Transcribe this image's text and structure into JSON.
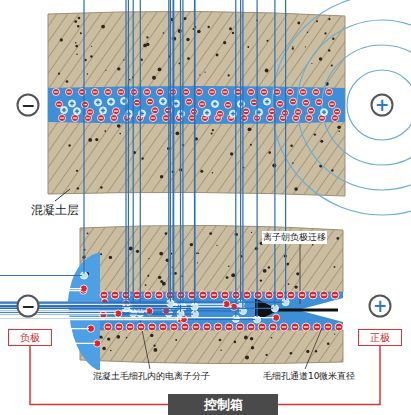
{
  "diagram": {
    "nodes": [
      {
        "text": [
          "−"
        ]
      },
      {
        "text": [
          "+"
        ]
      },
      {
        "text": [
          "−"
        ]
      },
      {
        "text": [
          "+"
        ]
      },
      {
        "text": [
          "负极"
        ]
      },
      {
        "text": [
          "正极"
        ]
      },
      {
        "text": [
          "控制箱"
        ]
      }
    ],
    "edges": [
      {
        "from": 4,
        "to": 6,
        "arrow": "none"
      },
      {
        "from": 5,
        "to": 6,
        "arrow": "none"
      }
    ],
    "labels": [
      "混凝土层",
      "离子朝负极迁移",
      "毛细孔通道10微米直径",
      "混凝土毛细孔内的电离子分子"
    ]
  }
}
